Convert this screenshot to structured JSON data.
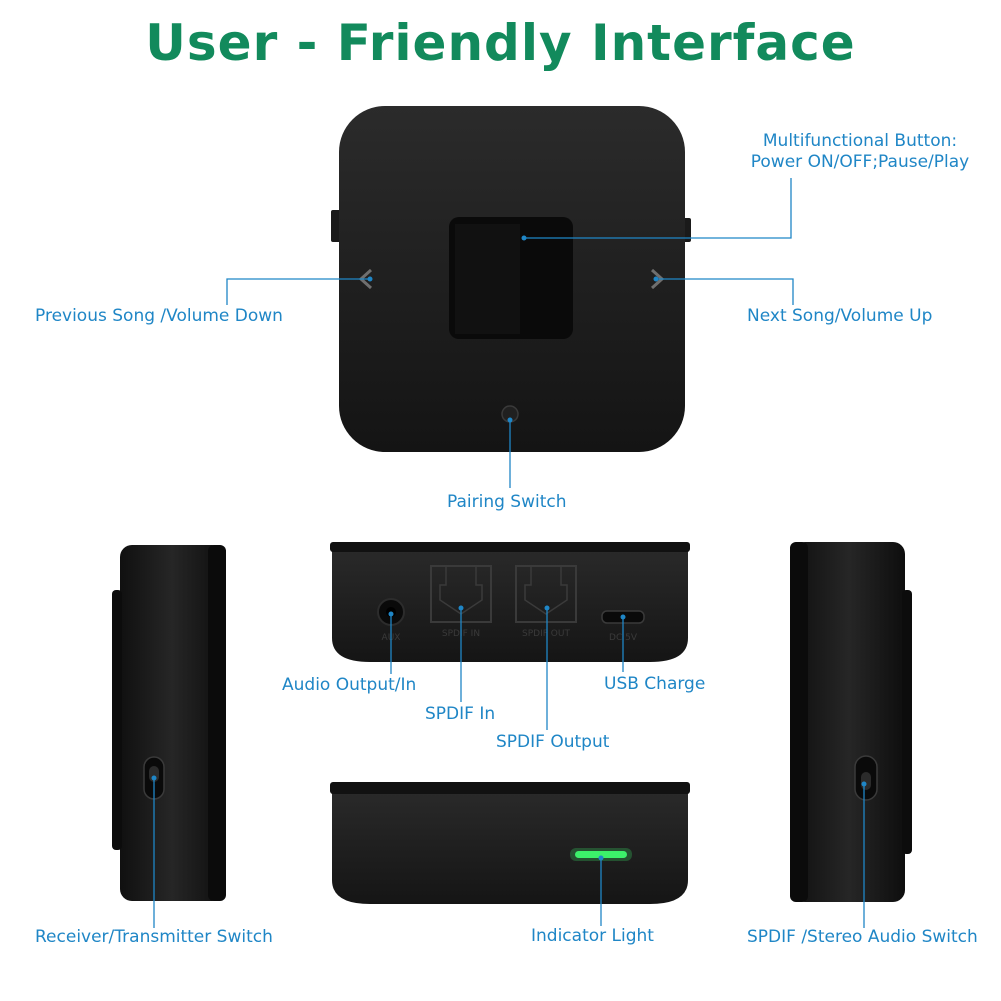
{
  "title": "User - Friendly Interface",
  "labels": {
    "multifunctional_line1": "Multifunctional Button:",
    "multifunctional_line2": "Power ON/OFF;Pause/Play",
    "previous_song": "Previous Song /Volume Down",
    "next_song": "Next Song/Volume Up",
    "pairing_switch": "Pairing Switch",
    "audio_output": "Audio Output/In",
    "spdif_in": "SPDIF In",
    "spdif_output": "SPDIF Output",
    "usb_charge": "USB Charge",
    "receiver_transmitter_switch": "Receiver/Transmitter Switch",
    "indicator_light": "Indicator Light",
    "spdif_stereo_switch": "SPDIF /Stereo Audio Switch"
  },
  "port_labels": {
    "aux": "AUX",
    "spdif_in": "SPDIF IN",
    "spdif_out": "SPDIF OUT",
    "dc_5v": "DC 5V"
  },
  "colors": {
    "title": "#128A5C",
    "callout": "#1f86c6",
    "device": "#1b1b1b",
    "indicator": "#3df06a"
  }
}
